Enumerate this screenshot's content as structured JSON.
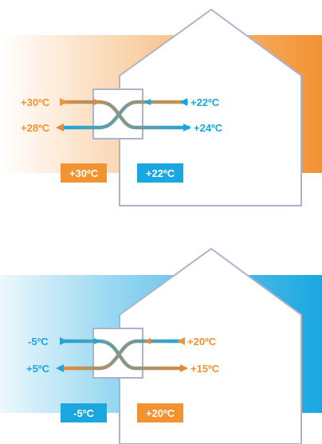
{
  "colors": {
    "orange": "#f29231",
    "blue": "#1aa7e0",
    "house_outline": "#aab4cc",
    "exchanger_mid": "#8a9a86"
  },
  "summer": {
    "outside_in_label": "+30ºC",
    "outside_out_label": "+28ºC",
    "inside_in_label": "+22ºC",
    "inside_out_label": "+24ºC",
    "outside_temp_box": "+30ºC",
    "inside_temp_box": "+22ºC"
  },
  "winter": {
    "outside_in_label": "-5ºC",
    "outside_out_label": "+5ºC",
    "inside_in_label": "+20ºC",
    "inside_out_label": "+15ºC",
    "outside_temp_box": "-5ºC",
    "inside_temp_box": "+20ºC"
  }
}
